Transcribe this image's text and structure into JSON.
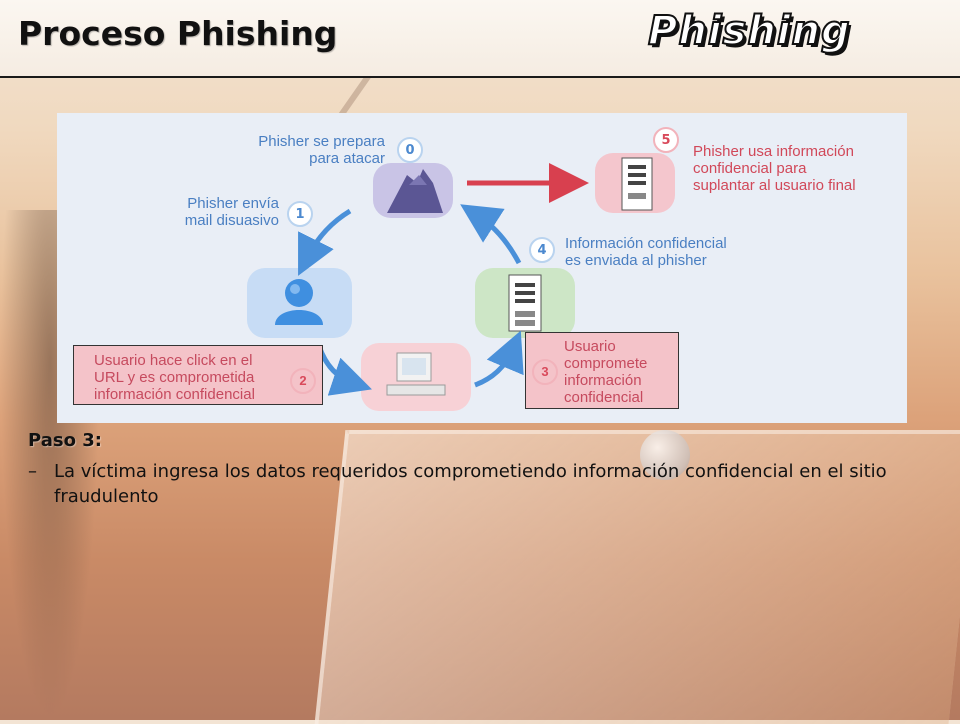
{
  "slide": {
    "title": "Proceso Phishing",
    "logo_text": "Phishing"
  },
  "diagram": {
    "steps": [
      {
        "number": "0",
        "label_line1": "Phisher se prepara",
        "label_line2": "para atacar"
      },
      {
        "number": "1",
        "label_line1": "Phisher envía",
        "label_line2": "mail disuasivo"
      },
      {
        "number": "2",
        "label_line1": "Usuario hace click en el",
        "label_line2": "URL y es comprometida",
        "label_line3": "información confidencial"
      },
      {
        "number": "3",
        "label_line1": "Usuario",
        "label_line2": "compromete",
        "label_line3": "información",
        "label_line4": "confidencial"
      },
      {
        "number": "4",
        "label_line1": "Información confidencial",
        "label_line2": "es enviada al phisher"
      },
      {
        "number": "5",
        "label_line1": "Phisher usa información",
        "label_line2": "confidencial para",
        "label_line3": "suplantar al usuario final"
      }
    ],
    "icons": [
      "hacker-icon",
      "user-icon",
      "computer-icon",
      "server-icon",
      "fraud-server-icon"
    ],
    "colors": {
      "blue": "#4a7fc2",
      "red": "#d14859",
      "highlight_box": "#f4c3c9"
    }
  },
  "content": {
    "step_heading": "Paso 3:",
    "bullet_marker": "–",
    "bullet_text": "La víctima ingresa los datos requeridos comprometiendo información confidencial en el sitio fraudulento"
  }
}
